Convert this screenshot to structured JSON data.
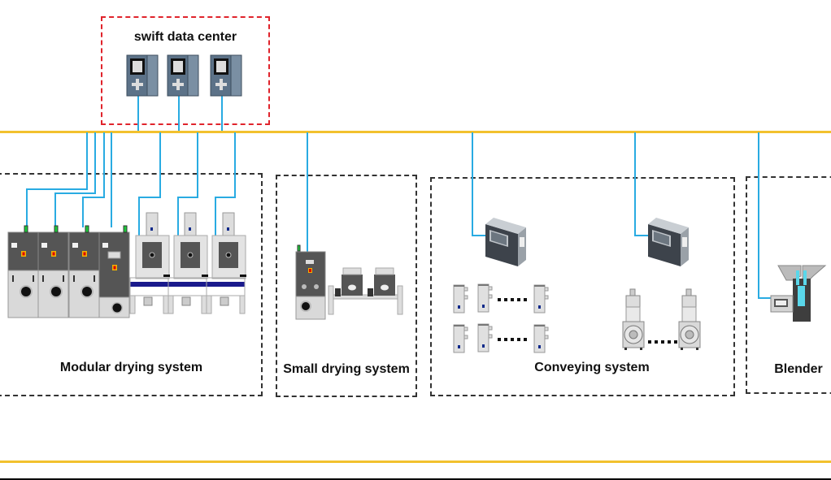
{
  "data_center": {
    "title": "swift data center",
    "server_count": 3
  },
  "groups": [
    {
      "id": "modular",
      "label": "Modular drying system"
    },
    {
      "id": "small",
      "label": "Small drying system"
    },
    {
      "id": "conveying",
      "label": "Conveying system"
    },
    {
      "id": "blender",
      "label": "Blender"
    }
  ],
  "colors": {
    "bus": "#f2c12e",
    "link": "#29abe2",
    "datacenter_border": "#e0242c",
    "group_border": "#333333",
    "machine_dark": "#555555",
    "machine_light": "#d9d9d9"
  }
}
